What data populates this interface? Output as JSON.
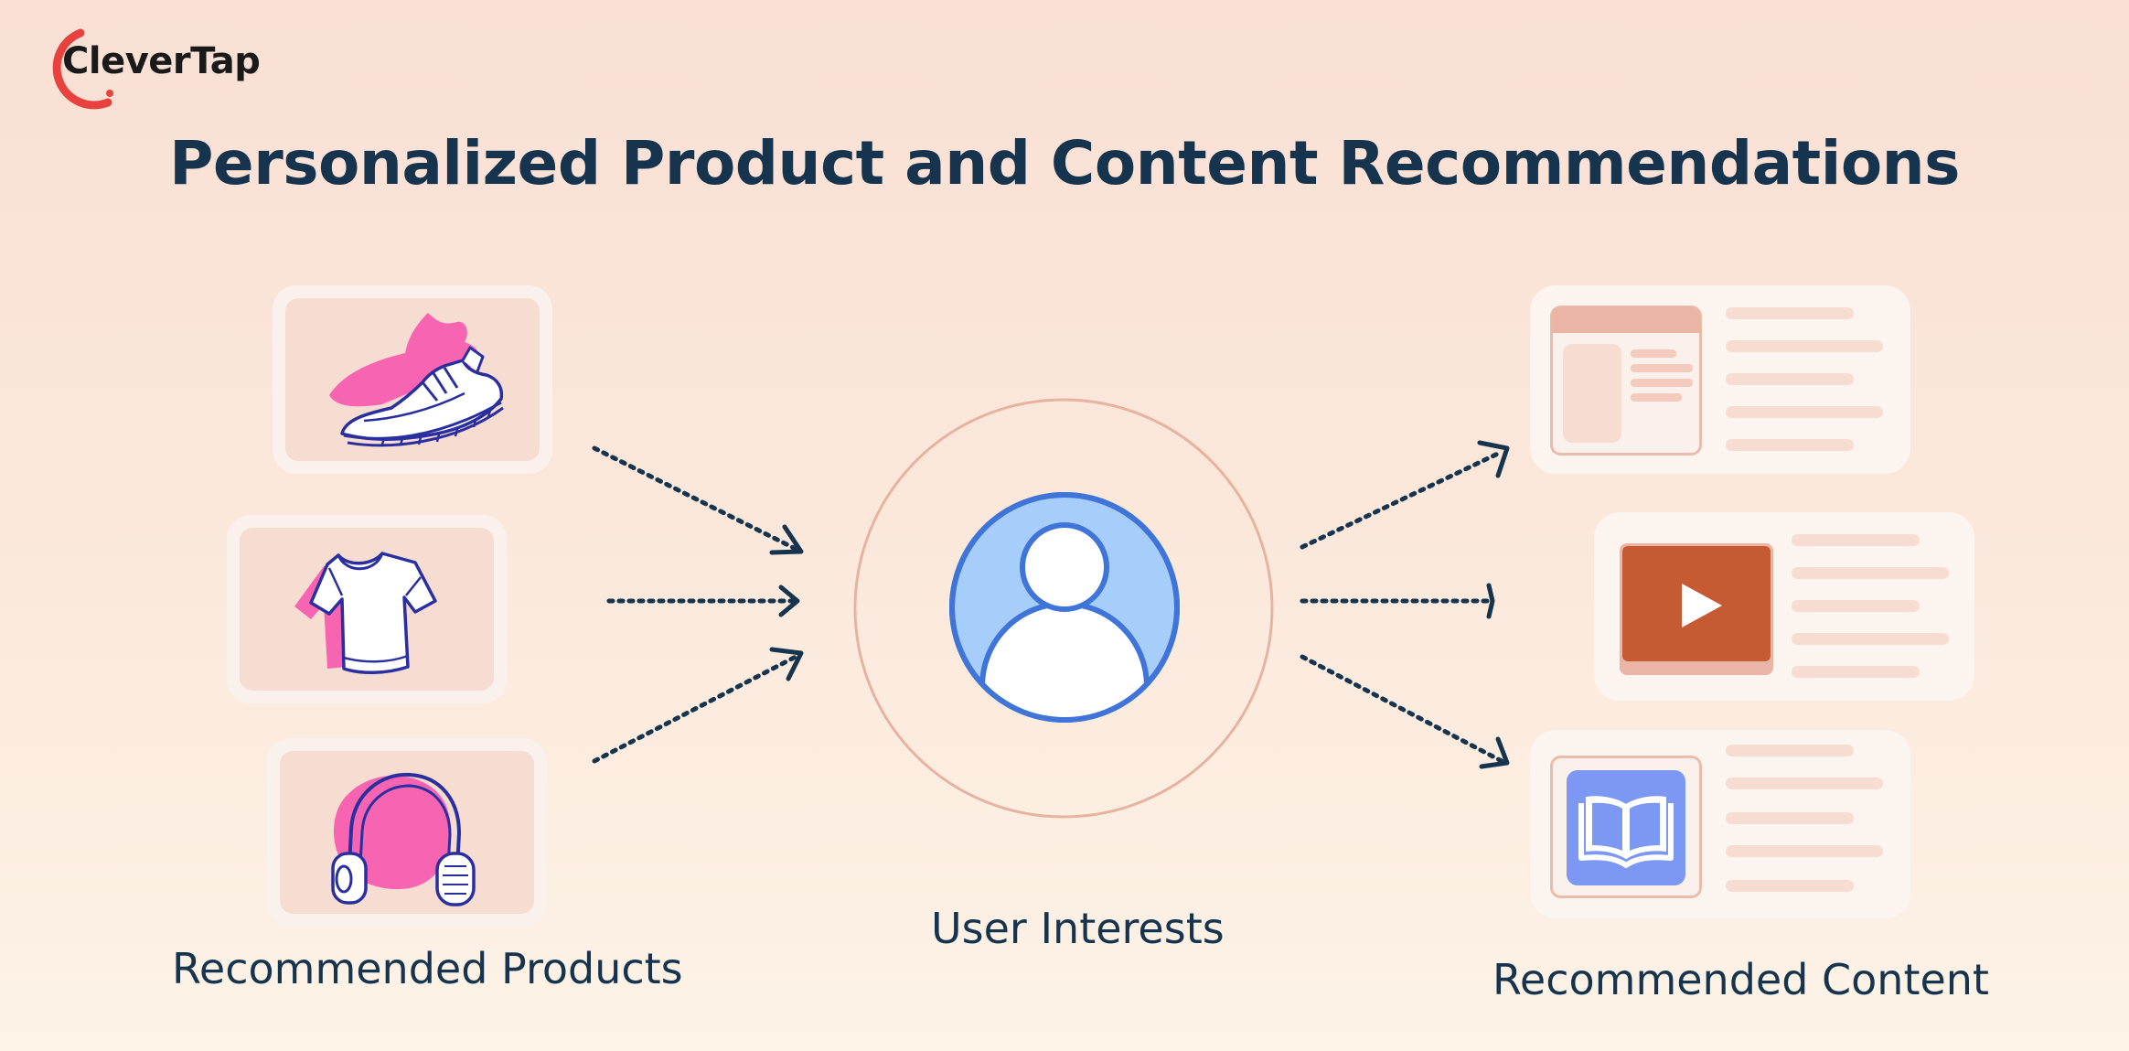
{
  "brand": {
    "name": "CleverTap",
    "accent_color": "#e8413e"
  },
  "page": {
    "title": "Personalized Product and Content Recommendations"
  },
  "left_group": {
    "label": "Recommended Products",
    "items": [
      {
        "icon": "sneaker-icon"
      },
      {
        "icon": "tshirt-icon"
      },
      {
        "icon": "headphones-icon"
      }
    ]
  },
  "center": {
    "label": "User Interests",
    "icon": "user-avatar-icon"
  },
  "right_group": {
    "label": "Recommended Content",
    "items": [
      {
        "icon": "article-icon"
      },
      {
        "icon": "video-play-icon"
      },
      {
        "icon": "book-icon"
      }
    ]
  },
  "colors": {
    "title": "#17344f",
    "card": "#fbf1ec",
    "card_inner": "#f7dcd2",
    "accent_pink": "#f765b2",
    "avatar_blue": "#a7cdfa",
    "avatar_stroke": "#3f74d9",
    "video_orange": "#c55a33",
    "book_blue": "#7d98f3"
  }
}
